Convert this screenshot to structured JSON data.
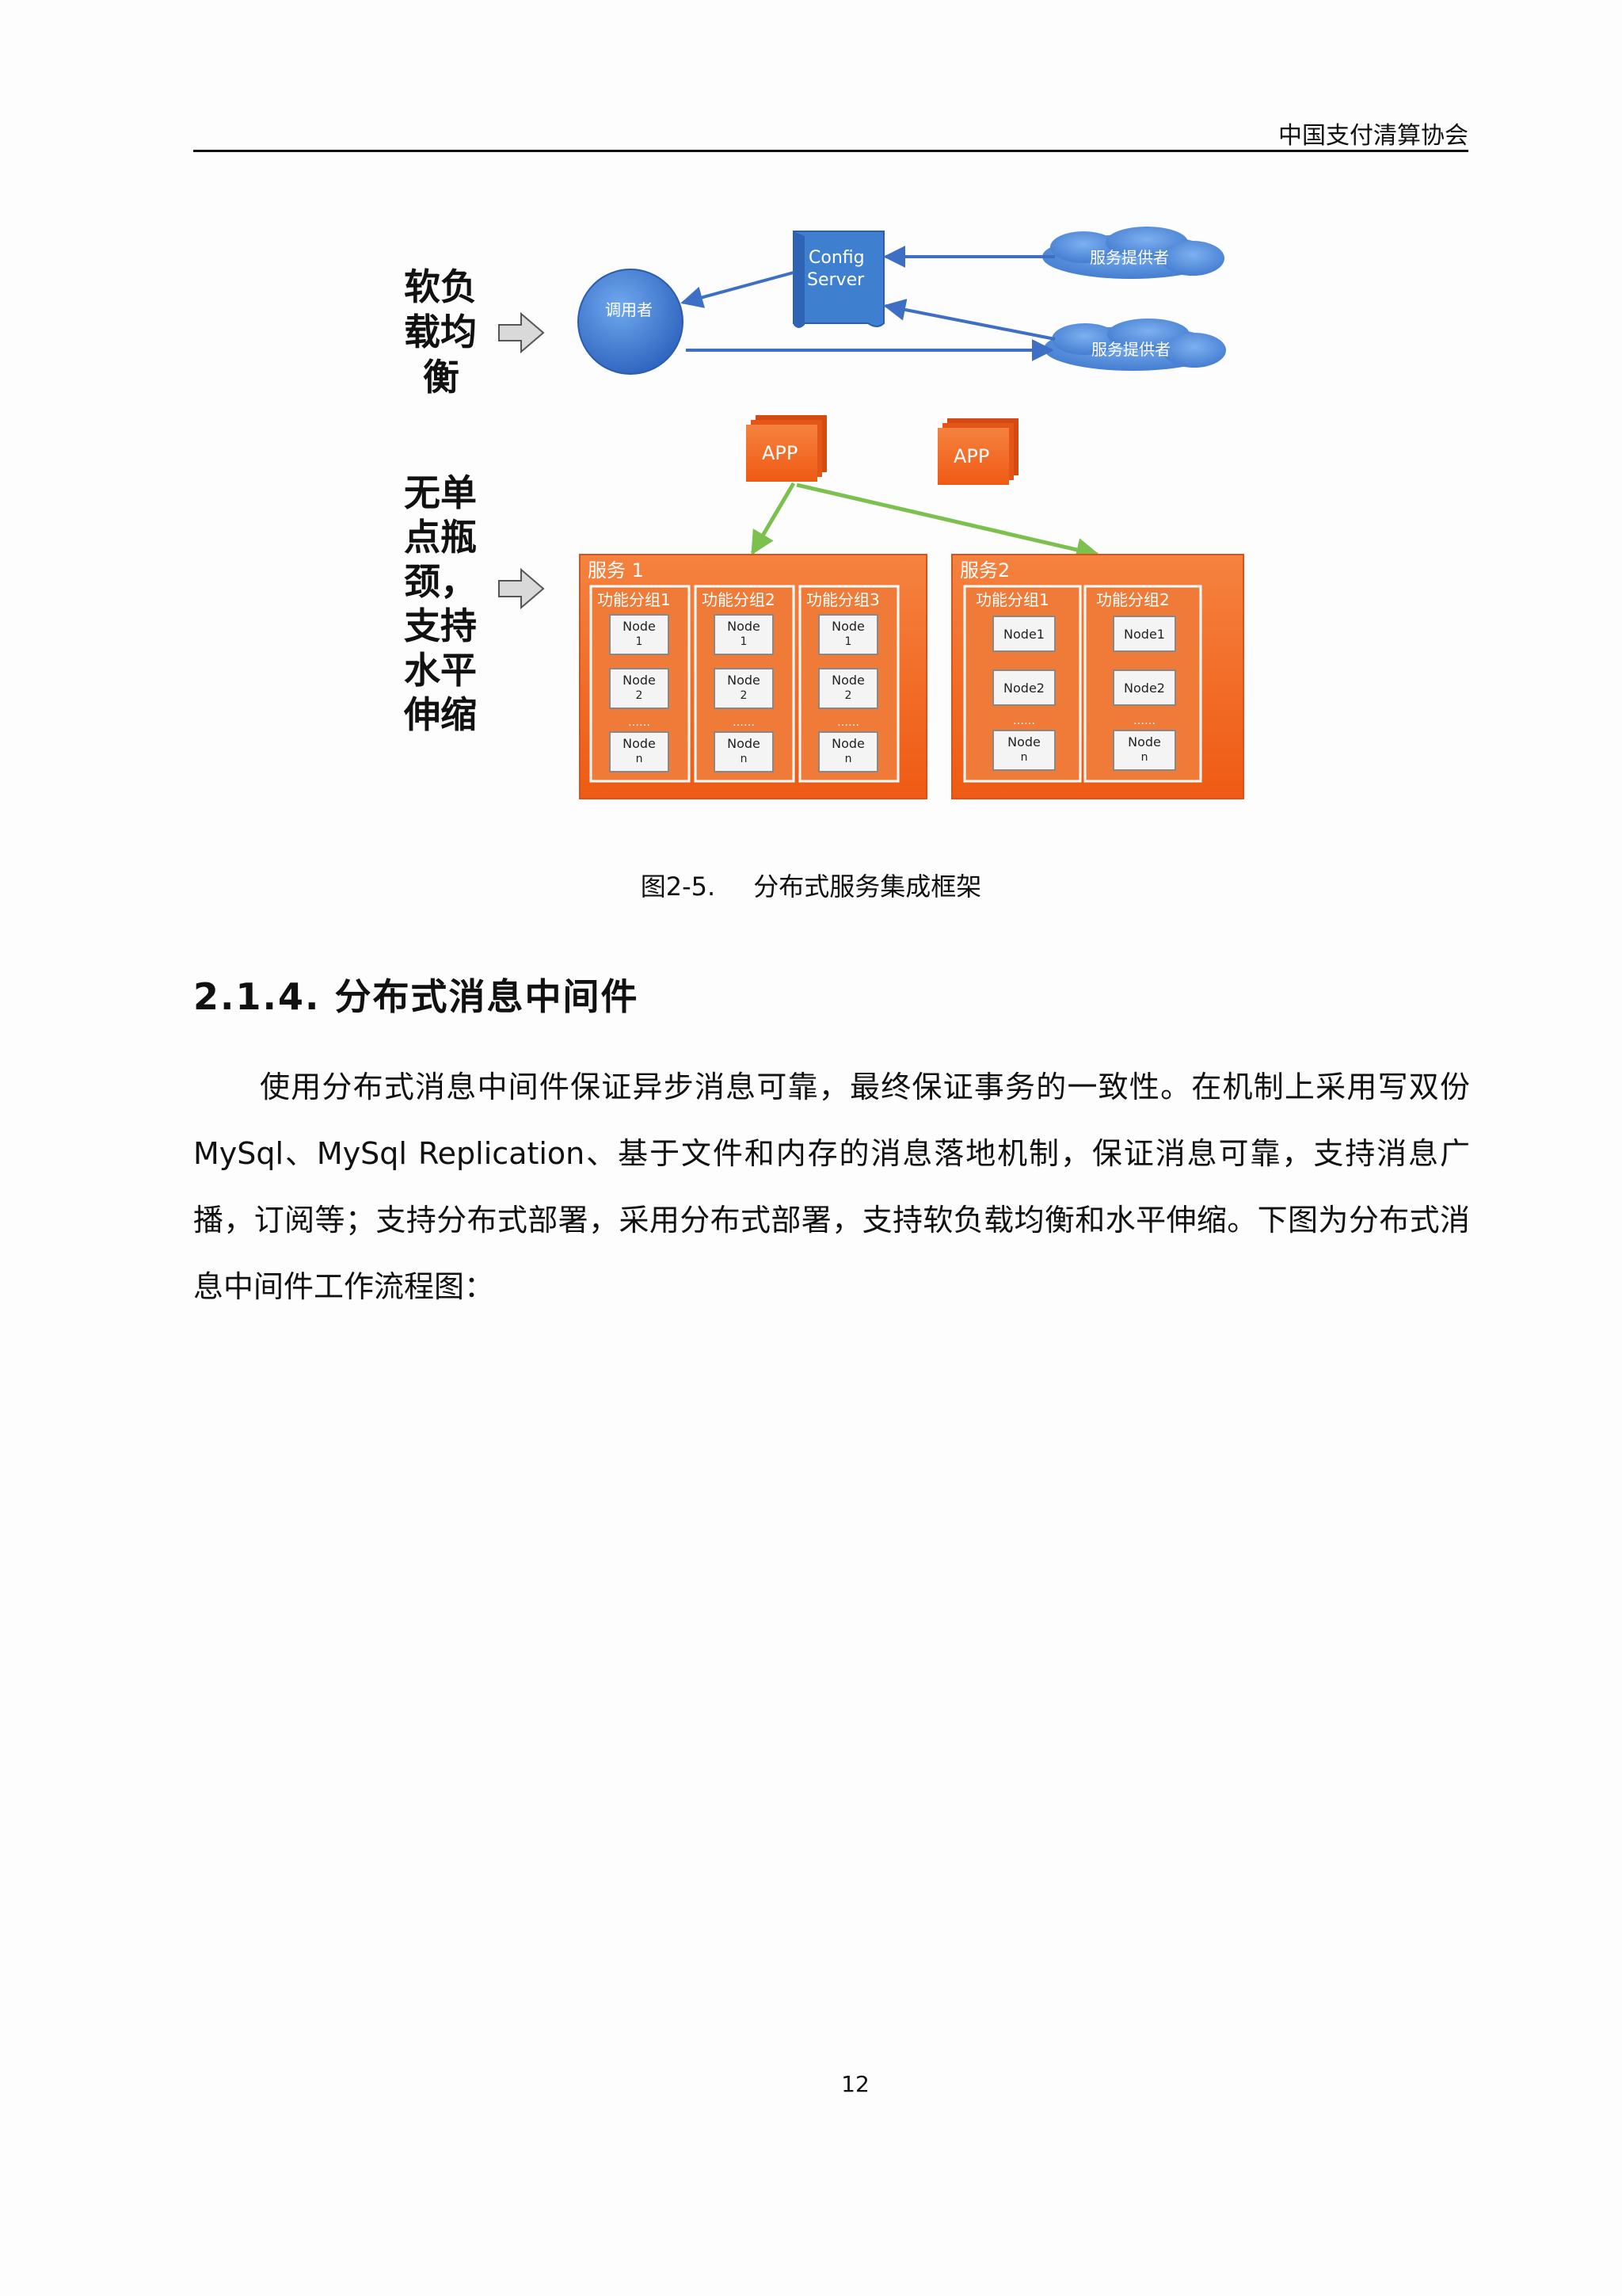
{
  "header": {
    "organization": "中国支付清算协会"
  },
  "figure": {
    "left_labels": {
      "soft_lb": [
        "软负",
        "载均",
        "衡"
      ],
      "no_bottleneck": [
        "无单",
        "点瓶",
        "颈，",
        "支持",
        "水平",
        "伸缩"
      ]
    },
    "caller": "调用者",
    "config_server": [
      "Config",
      "Server"
    ],
    "providers": [
      "服务提供者",
      "服务提供者"
    ],
    "apps": [
      "APP",
      "APP"
    ],
    "services": [
      {
        "title": "服务 1",
        "groups": [
          {
            "title": "功能分组1",
            "nodes": [
              [
                "Node",
                "1"
              ],
              [
                "Node",
                "2"
              ],
              [
                "Node",
                "n"
              ]
            ]
          },
          {
            "title": "功能分组2",
            "nodes": [
              [
                "Node",
                "1"
              ],
              [
                "Node",
                "2"
              ],
              [
                "Node",
                "n"
              ]
            ]
          },
          {
            "title": "功能分组3",
            "nodes": [
              [
                "Node",
                "1"
              ],
              [
                "Node",
                "2"
              ],
              [
                "Node",
                "n"
              ]
            ]
          }
        ]
      },
      {
        "title": "服务2",
        "groups": [
          {
            "title": "功能分组1",
            "nodes": [
              [
                "Node1"
              ],
              [
                "Node2"
              ],
              [
                "Node",
                "n"
              ]
            ]
          },
          {
            "title": "功能分组2",
            "nodes": [
              [
                "Node1"
              ],
              [
                "Node2"
              ],
              [
                "Node",
                "n"
              ]
            ]
          }
        ]
      }
    ],
    "ellipsis": "……",
    "colors": {
      "orange": "#f26522",
      "blue": "#3f7fd0",
      "arrow_green": "#7cc04e"
    }
  },
  "caption": {
    "number": "图2-5.",
    "text": "分布式服务集成框架"
  },
  "section": {
    "title": "2.1.4. 分布式消息中间件"
  },
  "body": {
    "paragraph": "使用分布式消息中间件保证异步消息可靠，最终保证事务的一致性。在机制上采用写双份 MySql、MySql Replication、基于文件和内存的消息落地机制，保证消息可靠，支持消息广播，订阅等；支持分布式部署，采用分布式部署，支持软负载均衡和水平伸缩。下图为分布式消息中间件工作流程图："
  },
  "page": {
    "number": "12"
  }
}
